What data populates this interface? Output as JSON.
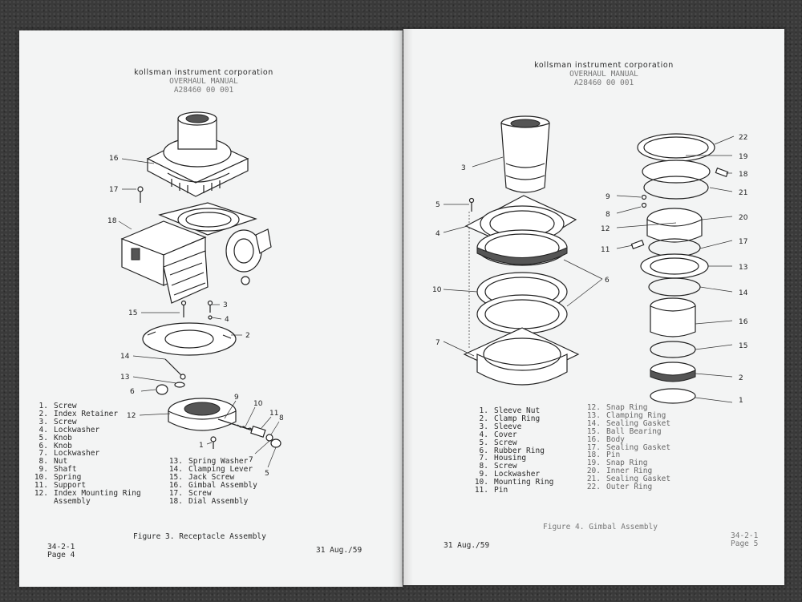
{
  "left_page": {
    "company": "kollsman instrument corporation",
    "manual": "OVERHAUL MANUAL",
    "doc_no": "A28460 00 001",
    "callouts": [
      "16",
      "17",
      "18",
      "15",
      "3",
      "4",
      "2",
      "14",
      "13",
      "6",
      "12",
      "9",
      "10",
      "11",
      "8",
      "7",
      "5",
      "1"
    ],
    "parts_col1": [
      {
        "num": "1.",
        "name": "Screw"
      },
      {
        "num": "2.",
        "name": "Index Retainer"
      },
      {
        "num": "3.",
        "name": "Screw"
      },
      {
        "num": "4.",
        "name": "Lockwasher"
      },
      {
        "num": "5.",
        "name": "Knob"
      },
      {
        "num": "6.",
        "name": "Knob"
      },
      {
        "num": "7.",
        "name": "Lockwasher"
      },
      {
        "num": "8.",
        "name": "Nut"
      },
      {
        "num": "9.",
        "name": "Shaft"
      },
      {
        "num": "10.",
        "name": "Spring"
      },
      {
        "num": "11.",
        "name": "Support"
      },
      {
        "num": "12.",
        "name": "Index Mounting Ring"
      },
      {
        "num": "",
        "name": "Assembly"
      }
    ],
    "parts_col2": [
      {
        "num": "13.",
        "name": "Spring Washer"
      },
      {
        "num": "14.",
        "name": "Clamping Lever"
      },
      {
        "num": "15.",
        "name": "Jack Screw"
      },
      {
        "num": "16.",
        "name": "Gimbal Assembly"
      },
      {
        "num": "17.",
        "name": "Screw"
      },
      {
        "num": "18.",
        "name": "Dial Assembly"
      }
    ],
    "caption": "Figure 3.  Receptacle Assembly",
    "footer_code": "34-2-1",
    "page_label": "Page 4",
    "date": "31 Aug./59"
  },
  "right_page": {
    "company": "kollsman instrument corporation",
    "manual": "OVERHAUL MANUAL",
    "doc_no": "A28460 00 001",
    "callouts": [
      "3",
      "5",
      "4",
      "10",
      "6",
      "7",
      "22",
      "19",
      "18",
      "9",
      "21",
      "8",
      "20",
      "12",
      "11",
      "17",
      "13",
      "14",
      "16",
      "15",
      "2",
      "1"
    ],
    "parts_col1": [
      {
        "num": "1.",
        "name": "Sleeve Nut"
      },
      {
        "num": "2.",
        "name": "Clamp Ring"
      },
      {
        "num": "3.",
        "name": "Sleeve"
      },
      {
        "num": "4.",
        "name": "Cover"
      },
      {
        "num": "5.",
        "name": "Screw"
      },
      {
        "num": "6.",
        "name": "Rubber Ring"
      },
      {
        "num": "7.",
        "name": "Housing"
      },
      {
        "num": "8.",
        "name": "Screw"
      },
      {
        "num": "9.",
        "name": "Lockwasher"
      },
      {
        "num": "10.",
        "name": "Mounting Ring"
      },
      {
        "num": "11.",
        "name": "Pin"
      }
    ],
    "parts_col2": [
      {
        "num": "12.",
        "name": "Snap Ring"
      },
      {
        "num": "13.",
        "name": "Clamping Ring"
      },
      {
        "num": "14.",
        "name": "Sealing Gasket"
      },
      {
        "num": "15.",
        "name": "Ball Bearing"
      },
      {
        "num": "16.",
        "name": "Body"
      },
      {
        "num": "17.",
        "name": "Sealing Gasket"
      },
      {
        "num": "18.",
        "name": "Pin"
      },
      {
        "num": "19.",
        "name": "Snap Ring"
      },
      {
        "num": "20.",
        "name": "Inner Ring"
      },
      {
        "num": "21.",
        "name": "Sealing Gasket"
      },
      {
        "num": "22.",
        "name": "Outer Ring"
      }
    ],
    "caption": "Figure 4.  Gimbal Assembly",
    "date": "31 Aug./59",
    "footer_code": "34-2-1",
    "page_label": "Page 5"
  }
}
